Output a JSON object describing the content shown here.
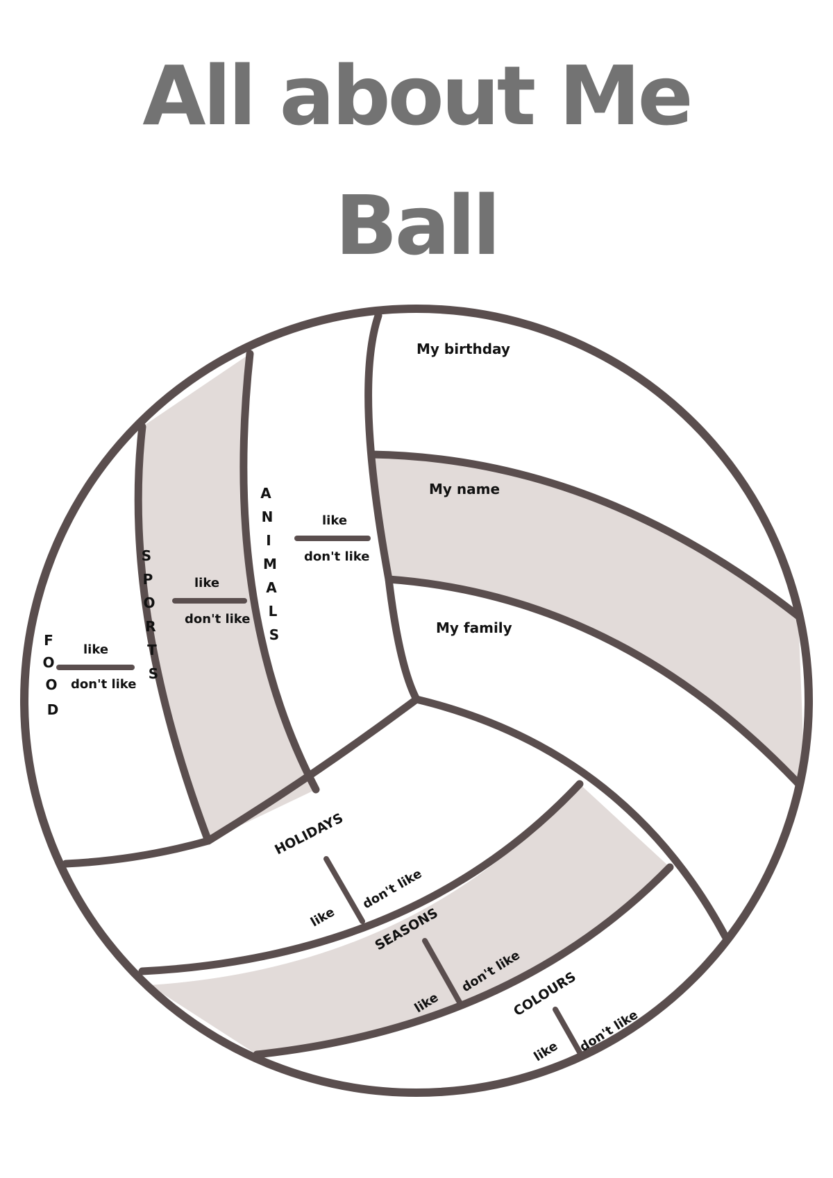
{
  "title": {
    "line1": "All about Me",
    "line2": "Ball"
  },
  "colors": {
    "title": "#737373",
    "outline": "#5a4e4e",
    "shaded": "#e2dbd9",
    "text": "#111111"
  },
  "panels": {
    "birthday": "My birthday",
    "name": "My name",
    "family": "My family"
  },
  "vertical_labels": {
    "food": [
      "F",
      "O",
      "O",
      "D"
    ],
    "sports": [
      "S",
      "P",
      "O",
      "R",
      "T",
      "S"
    ],
    "animals": [
      "A",
      "N",
      "I",
      "M",
      "A",
      "L",
      "S"
    ]
  },
  "sections": {
    "food": {
      "like": "like",
      "dont_like": "don't like"
    },
    "sports": {
      "like": "like",
      "dont_like": "don't like"
    },
    "animals": {
      "like": "like",
      "dont_like": "don't like"
    },
    "holidays": {
      "label": "HOLIDAYS",
      "like": "like",
      "dont_like": "don't like"
    },
    "seasons": {
      "label": "SEASONS",
      "like": "like",
      "dont_like": "don't like"
    },
    "colours": {
      "label": "COLOURS",
      "like": "like",
      "dont_like": "don't like"
    }
  }
}
